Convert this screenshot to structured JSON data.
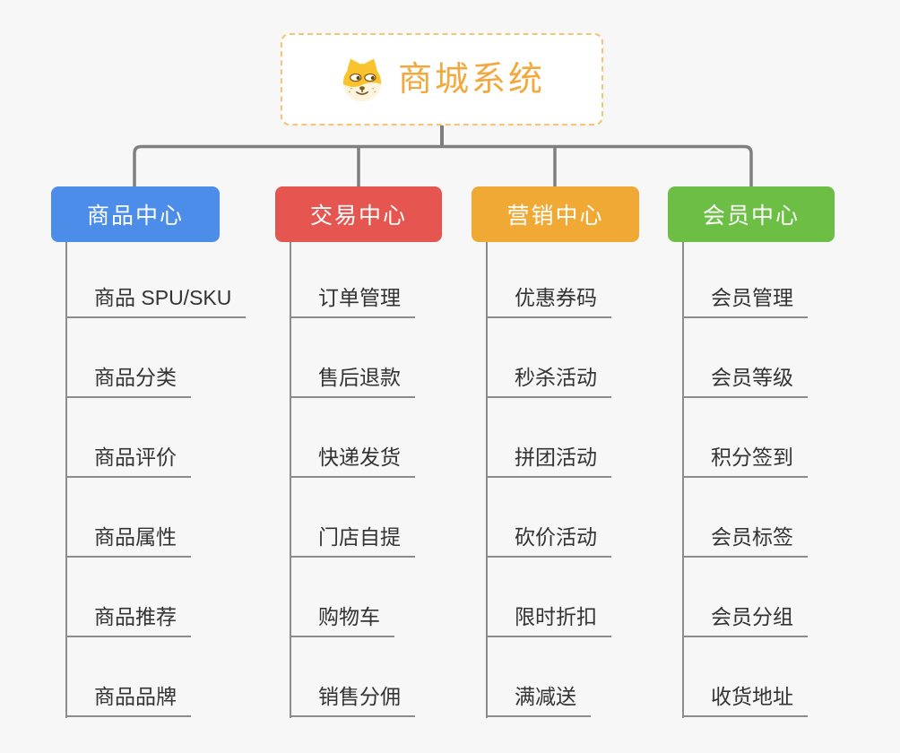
{
  "root": {
    "title": "商城系统",
    "icon": "dog-face-icon"
  },
  "colors": {
    "root_text": "#f2a83c",
    "root_border": "#f6c573",
    "connector": "#7f7f7f",
    "leaf_line": "#8c8c8c",
    "leaf_text": "#333333",
    "background": "#f7f7f7"
  },
  "branches": [
    {
      "label": "商品中心",
      "color": "#4b8de9",
      "items": [
        "商品 SPU/SKU",
        "商品分类",
        "商品评价",
        "商品属性",
        "商品推荐",
        "商品品牌"
      ]
    },
    {
      "label": "交易中心",
      "color": "#e4564f",
      "items": [
        "订单管理",
        "售后退款",
        "快递发货",
        "门店自提",
        "购物车",
        "销售分佣"
      ]
    },
    {
      "label": "营销中心",
      "color": "#efa934",
      "items": [
        "优惠券码",
        "秒杀活动",
        "拼团活动",
        "砍价活动",
        "限时折扣",
        "满减送"
      ]
    },
    {
      "label": "会员中心",
      "color": "#6cbe44",
      "items": [
        "会员管理",
        "会员等级",
        "积分签到",
        "会员标签",
        "会员分组",
        "收货地址"
      ]
    }
  ]
}
